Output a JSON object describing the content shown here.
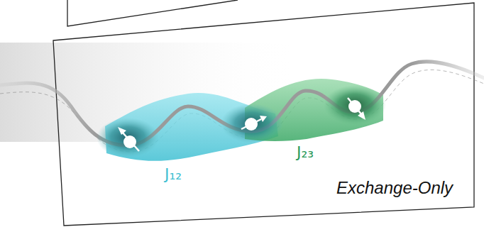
{
  "diagram": {
    "labels": [
      "J₁₂",
      "J₂₃",
      "Exchange-Only"
    ]
  }
}
